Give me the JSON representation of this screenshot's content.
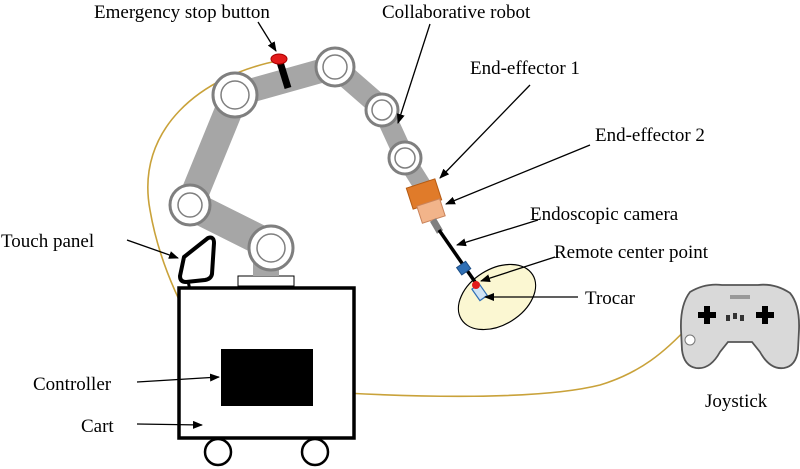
{
  "labels": {
    "emergency_stop": "Emergency stop button",
    "collaborative_robot": "Collaborative robot",
    "end_effector_1": "End-effector 1",
    "end_effector_2": "End-effector 2",
    "endoscopic_camera": "Endoscopic camera",
    "remote_center_point": "Remote center point",
    "touch_panel": "Touch panel",
    "trocar": "Trocar",
    "controller": "Controller",
    "cart": "Cart",
    "joystick": "Joystick"
  },
  "colors": {
    "arm_link": "#a6a6a6",
    "joint_ring": "#7f7f7f",
    "cable": "#c9a23a",
    "end_effector_1": "#e07b2a",
    "end_effector_2": "#f2b48a",
    "estop": "#e31b1b",
    "camera_connector": "#2f6fb5",
    "tissue": "#fbf7d2",
    "controller": "#000000",
    "joystick_body": "#d9d9d9"
  }
}
